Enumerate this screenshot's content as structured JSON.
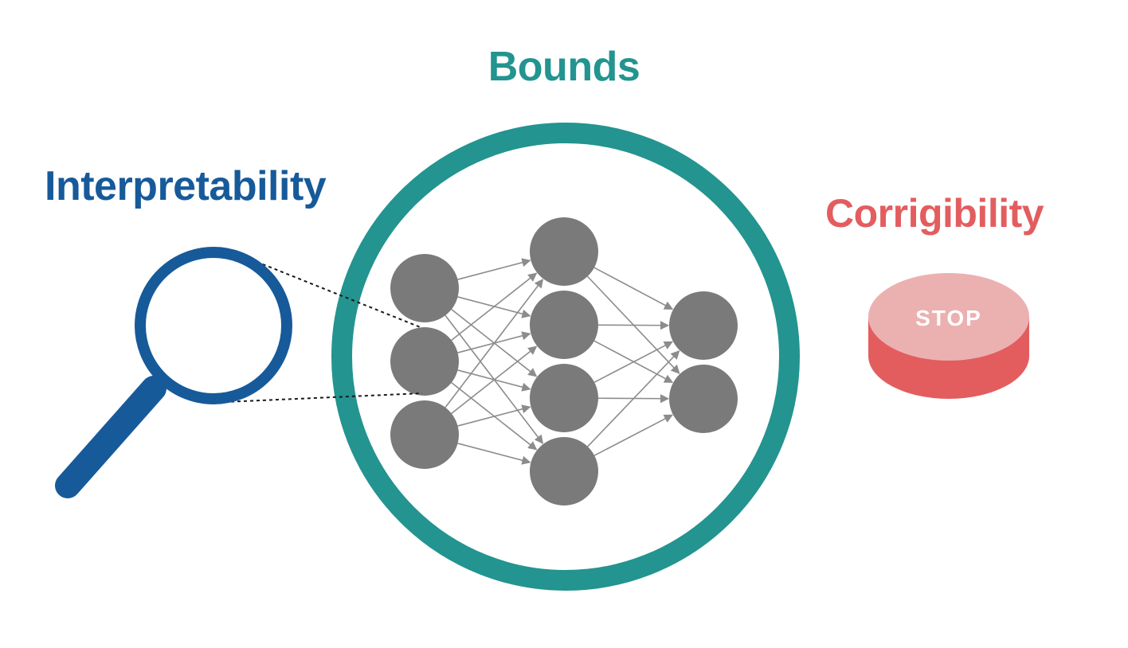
{
  "labels": {
    "bounds": "Bounds",
    "interpretability": "Interpretability",
    "corrigibility": "Corrigibility",
    "stop_button": "STOP"
  },
  "colors": {
    "bounds": "#23948f",
    "interpretability": "#175a9a",
    "corrigibility": "#e35d5f",
    "stop_top": "#ebb1b0",
    "stop_side": "#e35d5f",
    "node": "#7a7a7a",
    "edge": "#8c8c8c"
  },
  "icons": {
    "magnifier": "magnifying-glass-icon",
    "stop": "stop-button-icon"
  },
  "network": {
    "layers": [
      3,
      4,
      2
    ],
    "connectivity": "fully-connected"
  }
}
